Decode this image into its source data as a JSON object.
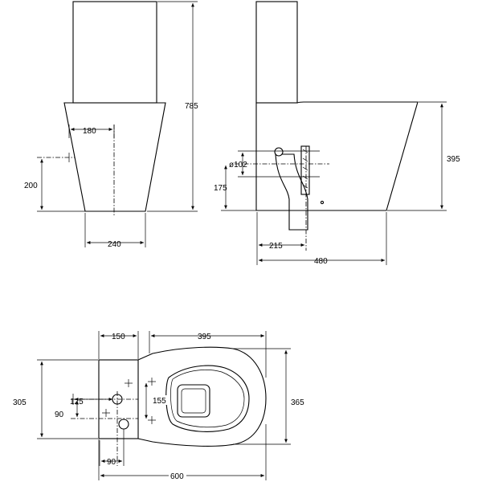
{
  "dimensions": {
    "front": {
      "overall_height": "785",
      "outlet_offset": "180",
      "inlet_height": "200",
      "base_width": "240"
    },
    "side": {
      "pipe_diameter": "ø102",
      "outlet_height": "175",
      "top_height": "395",
      "outlet_depth": "215",
      "base_length": "480"
    },
    "plan": {
      "cistern_depth": "150",
      "bowl_length": "395",
      "overall_width": "305",
      "hole_spacing": "125",
      "inlet_offset": "90",
      "fixing_spacing": "155",
      "bowl_width": "365",
      "hole_offset": "90",
      "overall_length": "600"
    }
  },
  "colors": {
    "line": "#000000",
    "background": "#ffffff"
  }
}
